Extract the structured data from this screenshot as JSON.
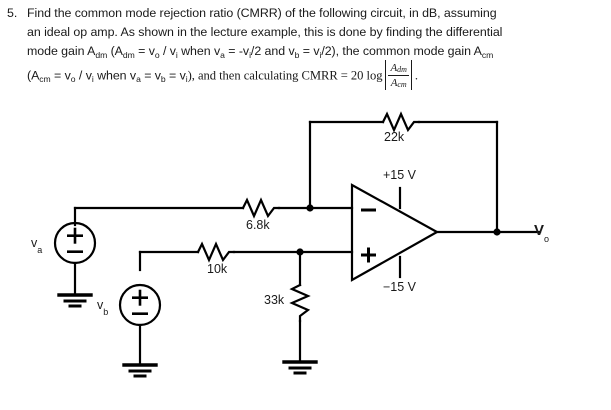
{
  "question": {
    "number": "5.",
    "lines": [
      "Find the common mode rejection ratio (CMRR) of the following circuit, in dB, assuming",
      "an ideal op amp. As shown in the lecture example, this is done by finding the differential",
      "mode gain Adm (Adm = vo / vi when va = -vi/2 and vb = vi/2), the common mode gain Acm",
      "(Acm = vo / vi when va = vb = vi), and then calculating CMRR = 20 log |Adm/Acm|."
    ],
    "line1": "Find the common mode rejection ratio (CMRR) of the following circuit, in dB, assuming",
    "line2": "an ideal op amp. As shown in the lecture example, this is done by finding the differential",
    "line3_a": "mode gain A",
    "line3_sub1": "dm",
    "line3_b": " (A",
    "line3_sub2": "dm",
    "line3_c": " = v",
    "line3_sub3": "o",
    "line3_d": " / v",
    "line3_sub4": "i",
    "line3_e": " when v",
    "line3_sub5": "a",
    "line3_f": " = -v",
    "line3_sub6": "i",
    "line3_g": "/2 and v",
    "line3_sub7": "b",
    "line3_h": " = v",
    "line3_sub8": "i",
    "line3_i": "/2), the common mode gain A",
    "line3_sub9": "cm",
    "line4_a": "(A",
    "line4_sub1": "cm",
    "line4_b": " = v",
    "line4_sub2": "o",
    "line4_c": " / v",
    "line4_sub3": "i",
    "line4_d": " when v",
    "line4_sub4": "a",
    "line4_e": " = v",
    "line4_sub5": "b",
    "line4_f": " = v",
    "line4_sub6": "i",
    "line4_g": "), and then calculating CMRR = 20 log",
    "frac_num": "A",
    "frac_num_sub": "dm",
    "frac_den": "A",
    "frac_den_sub": "cm",
    "line4_end": "."
  },
  "circuit": {
    "title": "inverting-noninverting op amp CMRR circuit",
    "components": {
      "r_feedback": {
        "label": "22k",
        "name": "feedback-resistor"
      },
      "r_input_inverting": {
        "label": "6.8k",
        "name": "inverting-input-resistor"
      },
      "r_input_noninverting": {
        "label": "10k",
        "name": "noninverting-input-resistor"
      },
      "r_ground": {
        "label": "33k",
        "name": "noninverting-ground-resistor"
      },
      "source_a": {
        "label": "v",
        "sub": "a",
        "plus": "+",
        "minus": "−",
        "name": "voltage-source-va"
      },
      "source_b": {
        "label": "v",
        "sub": "b",
        "plus": "+",
        "minus": "−",
        "name": "voltage-source-vb"
      },
      "opamp": {
        "inverting_mark": "−",
        "noninverting_mark": "+",
        "supply_positive": "+15 V",
        "supply_negative": "−15 V",
        "name": "op-amp"
      },
      "output": {
        "label": "V",
        "sub": "o",
        "name": "output-node-label"
      }
    },
    "colors": {
      "wire": "#000000",
      "text": "#1a1a1a",
      "background": "#ffffff"
    }
  }
}
